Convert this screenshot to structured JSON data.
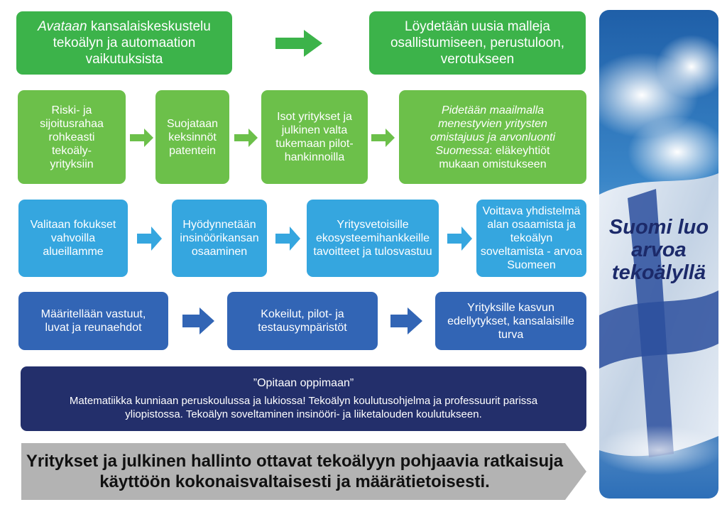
{
  "top": {
    "left_italic": "Avataan",
    "left_rest": "kansalaiskeskustelu tekoälyn ja automaation vaikutuksista",
    "right": "Löydetään uusia malleja osallistumiseen, perustuloon, verotukseen"
  },
  "row1": {
    "b1": "Riski- ja sijoitusrahaa rohkeasti tekoäly-yrityksiin",
    "b2": "Suojataan keksinnöt patentein",
    "b3": "Isot yritykset ja julkinen valta tukemaan pilot-hankinnoilla",
    "b4_italic": "Pidetään maailmalla menestyvien yritysten omistajuus ja arvonluonti Suomessa",
    "b4_rest": ": eläkeyhtiöt mukaan omistukseen"
  },
  "row2": {
    "b1": "Valitaan fokukset vahvoilla alueillamme",
    "b2": "Hyödynnetään insinöörikansan osaaminen",
    "b3": "Yritysvetoisille ekosysteemihankkeille tavoitteet ja tulosvastuu",
    "b4": "Voittava yhdistelmä alan osaamista ja tekoälyn soveltamista - arvoa Suomeen"
  },
  "row3": {
    "b1": "Määritellään vastuut, luvat ja reunaehdot",
    "b2": "Kokeilut, pilot- ja testausympäristöt",
    "b3": "Yrityksille  kasvun edellytykset, kansalaisille turva"
  },
  "learn": {
    "title": "”Opitaan oppimaan”",
    "body": "Matematiikka kunniaan peruskoulussa ja lukiossa! Tekoälyn koulutusohjelma ja professuurit parissa yliopistossa. Tekoälyn soveltaminen insinööri- ja liiketalouden  koulutukseen."
  },
  "banner": {
    "text": "Yritykset ja julkinen hallinto ottavat tekoälyyn pohjaavia ratkaisuja käyttöön kokonaisvaltaisesti ja määrätietoisesti."
  },
  "side": {
    "title": "Suomi luo arvoa tekoälyllä"
  },
  "colors": {
    "green_dark": "#3cb34a",
    "green_light": "#6cc04a",
    "blue_light": "#35a6df",
    "blue_mid": "#3265b5",
    "navy": "#232f6b",
    "banner_gray": "#b3b3b3"
  }
}
